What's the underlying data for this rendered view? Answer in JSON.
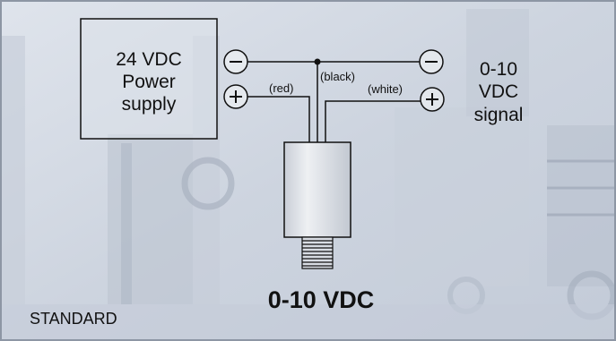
{
  "power_supply": {
    "line1": "24 VDC",
    "line2": "Power",
    "line3": "supply"
  },
  "signal": {
    "line1": "0-10",
    "line2": "VDC",
    "line3": "signal"
  },
  "wires": {
    "red": "(red)",
    "black": "(black)",
    "white": "(white)"
  },
  "terminals": {
    "negative": "−",
    "positive": "+"
  },
  "product_label": "0-10 VDC",
  "variant_label": "STANDARD",
  "colors": {
    "background": "#d3d9e3",
    "machinery": "#b7c0ce",
    "ink": "#111111",
    "box_fill": "#dde2ea",
    "transducer_fill": "#e6e9ee"
  }
}
